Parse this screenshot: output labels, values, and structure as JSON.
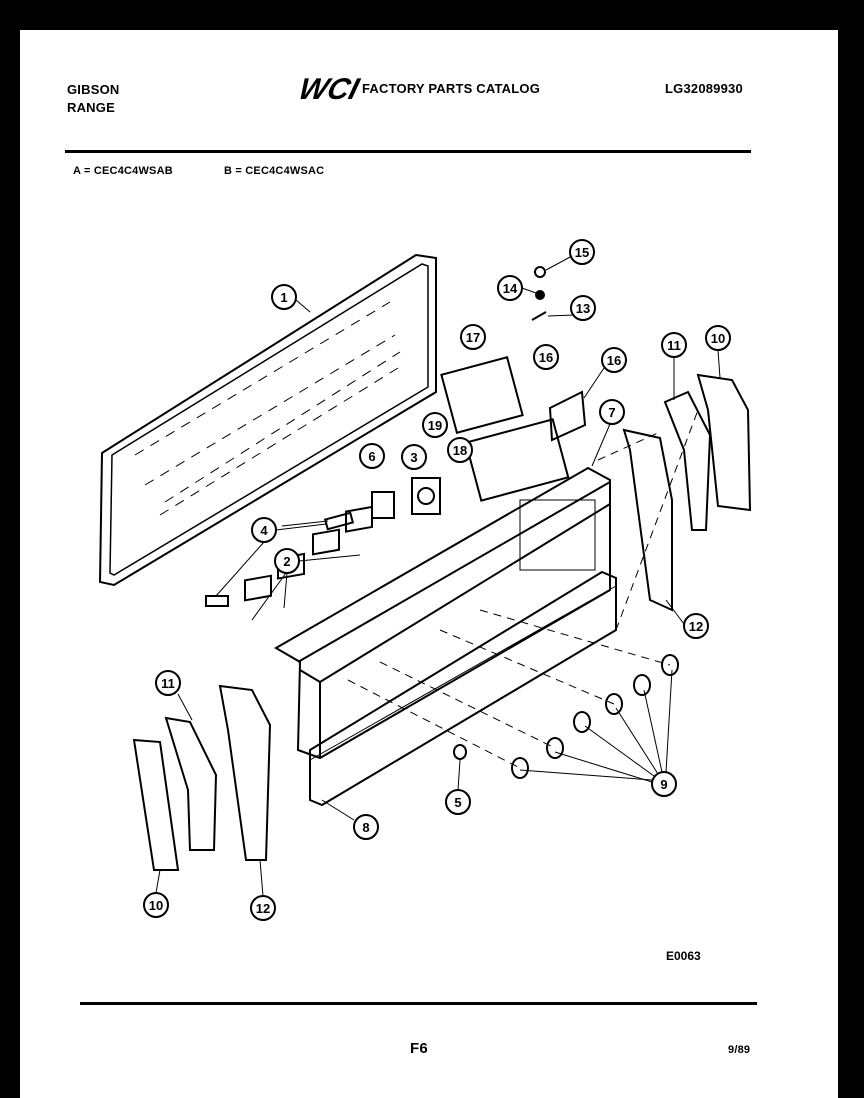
{
  "header": {
    "brand": "GIBSON",
    "product": "RANGE",
    "logo_text": "WCI",
    "catalog_title": "FACTORY PARTS CATALOG",
    "catalog_number": "LG32089930"
  },
  "models": {
    "model_a": "A = CEC4C4WSAB",
    "model_b": "B = CEC4C4WSAC"
  },
  "diagram": {
    "callouts": [
      "1",
      "2",
      "3",
      "4",
      "5",
      "6",
      "7",
      "8",
      "9",
      "10",
      "11",
      "12",
      "13",
      "14",
      "15",
      "16",
      "17",
      "18",
      "19",
      "16",
      "10",
      "11",
      "12"
    ],
    "drawing_code": "E0063"
  },
  "footer": {
    "page_code": "F6",
    "date": "9/89"
  }
}
